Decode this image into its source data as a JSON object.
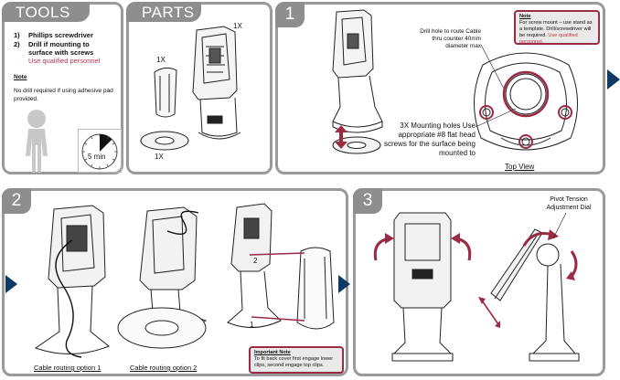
{
  "tools": {
    "title": "TOOLS",
    "items": [
      {
        "num": "1)",
        "text": "Phillips screwdriver"
      },
      {
        "num": "2)",
        "text": "Drill if mounting to surface with screws",
        "sub": "Use qualified personnel"
      }
    ],
    "note_title": "Note",
    "note_text": "No drill required if using adhesive pad provided.",
    "time": "5 min"
  },
  "parts": {
    "title": "PARTS",
    "qty_stand": "1X",
    "qty_cover": "1X",
    "qty_pad": "1X"
  },
  "step1": {
    "number": "1",
    "drill_text": "Drill hole to route Cable thru counter 40mm diameter max",
    "note_title": "Note",
    "note_text": "For screw mount – use stand as a template. Drill/screwdriver will be required.",
    "note_highlight": "Use qualified personnel.",
    "mounting_text": "3X Mounting holes Use appropriate #8 flat head screws for the surface being mounted to",
    "top_view": "Top View"
  },
  "step2": {
    "number": "2",
    "option1": "Cable routing option 1",
    "option2": "Cable routing option 2",
    "marker1": "1",
    "marker2": "2",
    "note_title": "Important Note",
    "note_text": "To fit back cover first engage lower clips, second engage top clips."
  },
  "step3": {
    "number": "3",
    "pivot_text": "Pivot Tension Adjustment Dial"
  },
  "colors": {
    "panel_border": "#9a9a9a",
    "tab": "#8e8e8e",
    "arrow": "#0d3a63",
    "accent": "#9b2a43",
    "highlight": "#c0324f"
  }
}
